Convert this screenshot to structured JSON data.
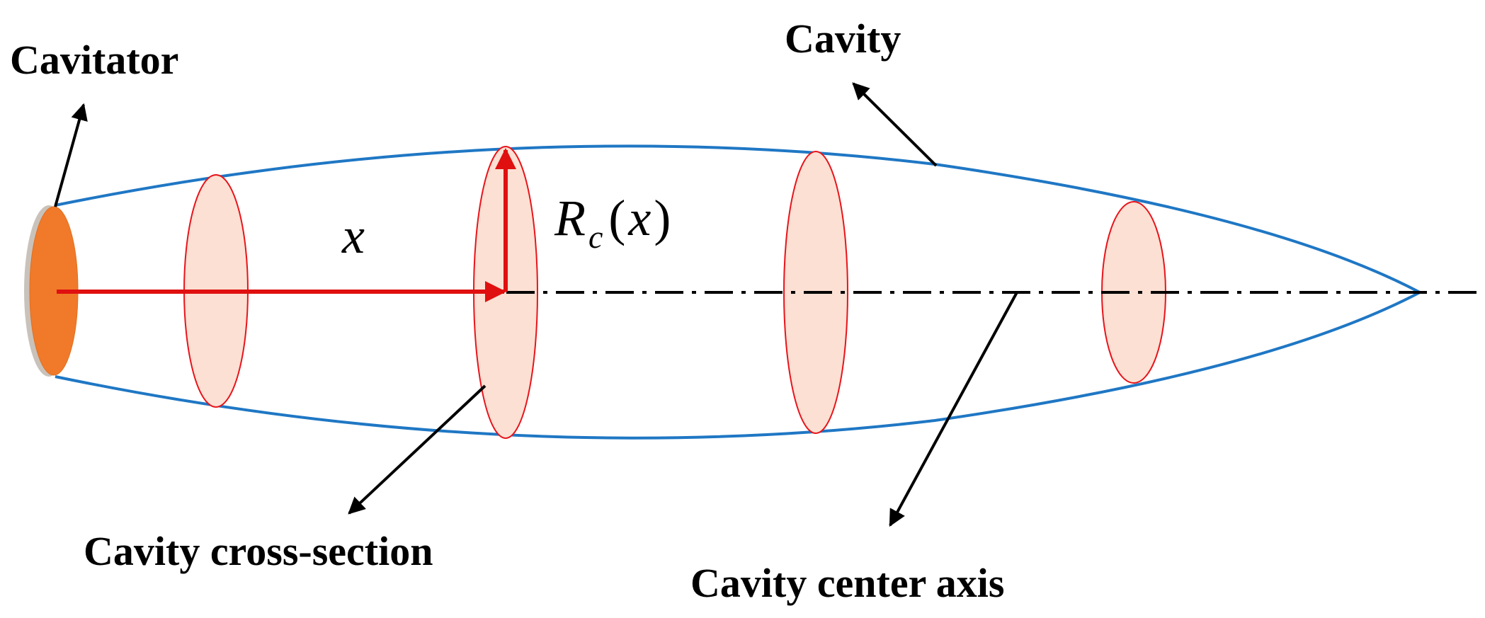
{
  "labels": {
    "cavitator": "Cavitator",
    "cavity": "Cavity",
    "cross_section": "Cavity cross-section",
    "center_axis": "Cavity center axis"
  },
  "math": {
    "x_symbol": "x",
    "radius_symbol": "R",
    "radius_subscript": "c",
    "radius_open_paren": "(",
    "radius_argument": "x",
    "radius_close_paren": ")"
  },
  "colors": {
    "cavity_outline": "#1f77c4",
    "cross_section_fill": "#fbe0d3",
    "cross_section_stroke": "#e8141b",
    "cavitator_fill": "#f07a2a",
    "vector_arrow": "#e01010",
    "pointer_arrow": "#000000",
    "axis_line": "#000000"
  },
  "icons": {
    "pointer": "arrow-icon",
    "vector": "red-arrow-icon"
  }
}
